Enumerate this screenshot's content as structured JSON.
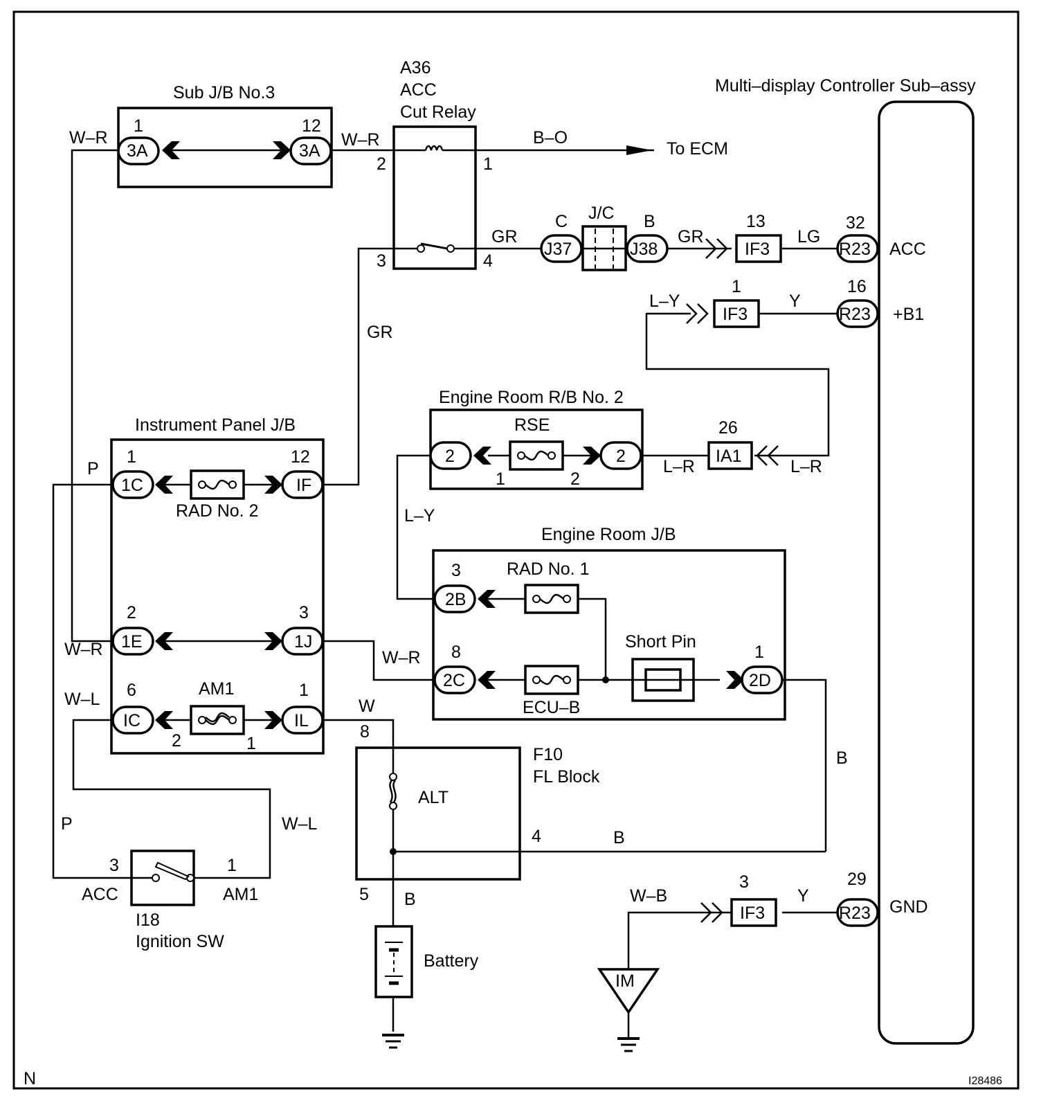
{
  "diagram": {
    "type": "wiring-diagram",
    "figure_id": "I28486",
    "corner_mark": "N",
    "components": {
      "sub_jb3": {
        "title": "Sub J/B No.3",
        "left_pin": "1",
        "left_conn": "3A",
        "right_pin": "12",
        "right_conn": "3A"
      },
      "acc_relay": {
        "code": "A36",
        "name1": "ACC",
        "name2": "Cut Relay",
        "pin_coil_in": "2",
        "pin_coil_out": "1",
        "pin_sw_in": "3",
        "pin_sw_out": "4"
      },
      "to_ecm": {
        "label": "To ECM",
        "wire": "B–O"
      },
      "jc": {
        "title": "J/C",
        "left_pin": "C",
        "left_conn": "J37",
        "right_pin": "B",
        "right_conn": "J38"
      },
      "mdc": {
        "title": "Multi–display Controller Sub–assy",
        "terminals": [
          "ACC",
          "+B1",
          "GND"
        ]
      },
      "if3_acc": {
        "pin": "13",
        "conn": "IF3"
      },
      "if3_b1": {
        "pin": "1",
        "conn": "IF3"
      },
      "if3_gnd": {
        "pin": "3",
        "conn": "IF3"
      },
      "r23_acc": {
        "pin": "32",
        "conn": "R23"
      },
      "r23_b1": {
        "pin": "16",
        "conn": "R23"
      },
      "r23_gnd": {
        "pin": "29",
        "conn": "R23"
      },
      "er_rb2": {
        "title": "Engine Room R/B No. 2",
        "fuse": "RSE",
        "left_conn": "2",
        "right_conn": "2",
        "fuse_pin_l": "1",
        "fuse_pin_r": "2"
      },
      "ia1": {
        "pin": "26",
        "conn": "IA1"
      },
      "ip_jb": {
        "title": "Instrument Panel J/B",
        "row1": {
          "left_pin": "1",
          "left_conn": "1C",
          "fuse": "RAD No. 2",
          "right_pin": "12",
          "right_conn": "IF"
        },
        "row2": {
          "left_pin": "2",
          "left_conn": "1E",
          "right_pin": "3",
          "right_conn": "1J"
        },
        "row3": {
          "left_pin": "6",
          "left_conn": "IC",
          "fuse": "AM1",
          "right_pin": "1",
          "right_conn": "IL",
          "fuse_pin_l": "2",
          "fuse_pin_r": "1"
        }
      },
      "er_jb": {
        "title": "Engine Room J/B",
        "fuse1": "RAD No. 1",
        "fuse2": "ECU–B",
        "short_pin": "Short Pin",
        "conn_2b_pin": "3",
        "conn_2b": "2B",
        "conn_2c_pin": "8",
        "conn_2c": "2C",
        "conn_2d_pin": "1",
        "conn_2d": "2D"
      },
      "fl_block": {
        "code": "F10",
        "name": "FL Block",
        "fuse": "ALT",
        "pin_top": "8",
        "pin_right": "4",
        "pin_bottom": "5"
      },
      "battery": {
        "label": "Battery"
      },
      "ignition": {
        "code": "I18",
        "name": "Ignition SW",
        "left_pin": "3",
        "right_pin": "1",
        "left_term": "ACC",
        "right_term": "AM1"
      },
      "ground_point": {
        "label": "IM"
      }
    },
    "wires": {
      "w_r_a": "W–R",
      "w_r_b": "W–R",
      "w_r_c": "W–R",
      "w_r_d": "W–R",
      "gr_a": "GR",
      "gr_b": "GR",
      "gr_c": "GR",
      "lg": "LG",
      "l_y_a": "L–Y",
      "l_y_b": "L–Y",
      "y_a": "Y",
      "y_b": "Y",
      "l_r_a": "L–R",
      "l_r_b": "L–R",
      "p_a": "P",
      "p_b": "P",
      "w_l_a": "W–L",
      "w_l_b": "W–L",
      "w": "W",
      "b_a": "B",
      "b_b": "B",
      "b_c": "B",
      "w_b": "W–B"
    }
  }
}
